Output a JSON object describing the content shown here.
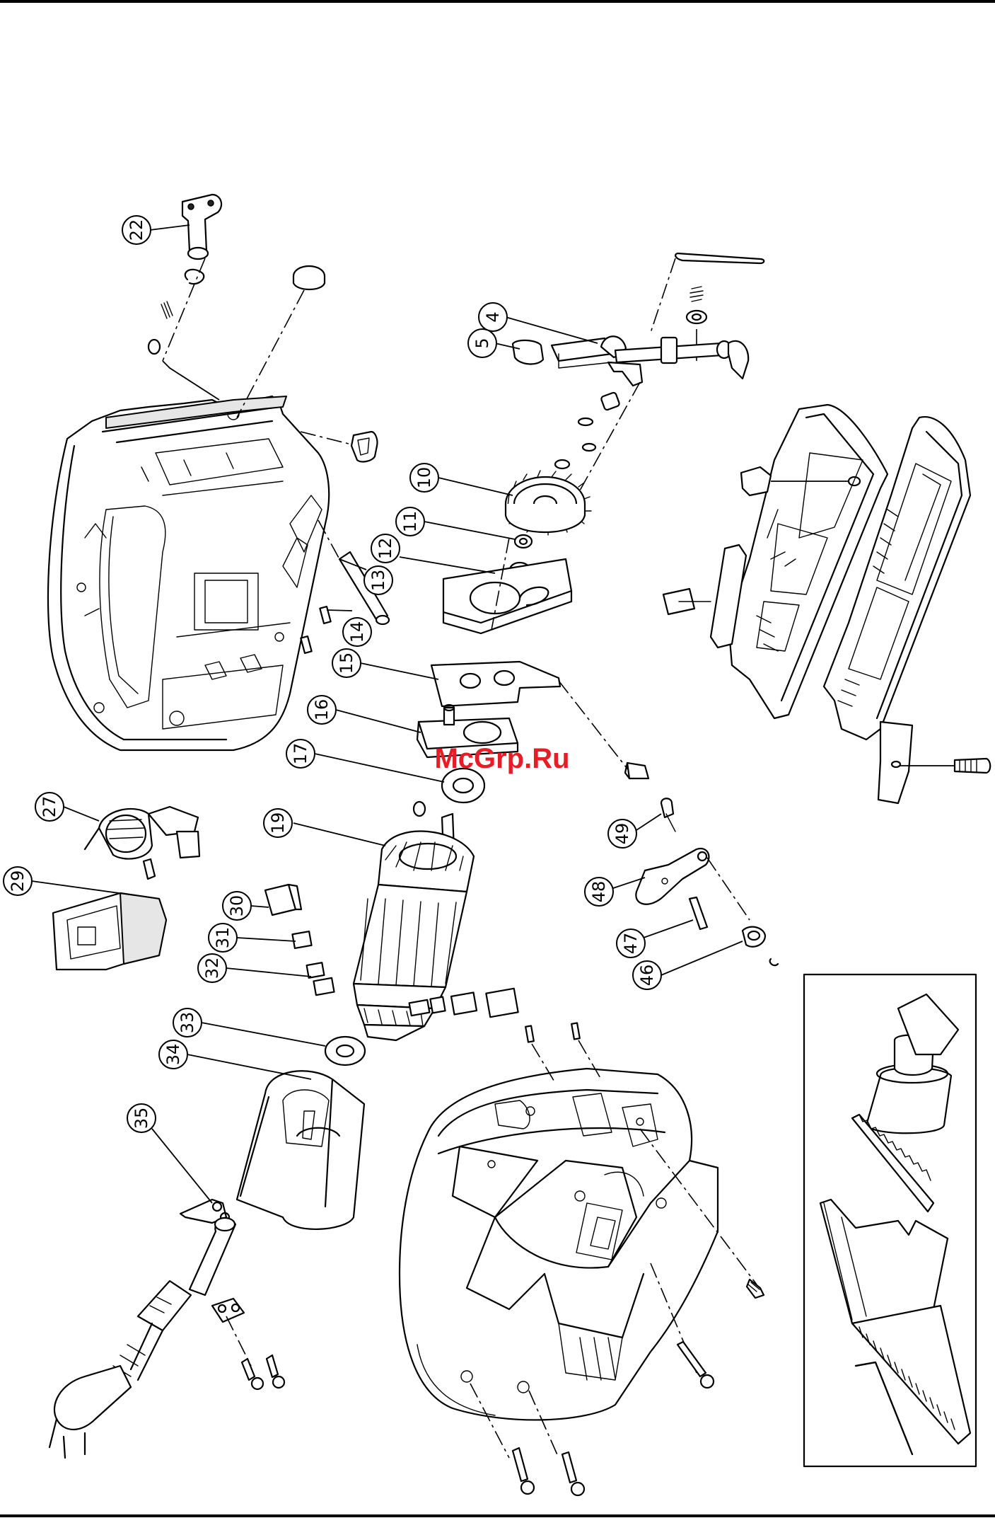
{
  "watermark": "McGrp.Ru",
  "callouts": [
    {
      "id": "22",
      "label": "22"
    },
    {
      "id": "4",
      "label": "4"
    },
    {
      "id": "5",
      "label": "5"
    },
    {
      "id": "10",
      "label": "10"
    },
    {
      "id": "11",
      "label": "11"
    },
    {
      "id": "12",
      "label": "12"
    },
    {
      "id": "13",
      "label": "13"
    },
    {
      "id": "14",
      "label": "14"
    },
    {
      "id": "15",
      "label": "15"
    },
    {
      "id": "16",
      "label": "16"
    },
    {
      "id": "17",
      "label": "17"
    },
    {
      "id": "19",
      "label": "19"
    },
    {
      "id": "27",
      "label": "27"
    },
    {
      "id": "29",
      "label": "29"
    },
    {
      "id": "30",
      "label": "30"
    },
    {
      "id": "31",
      "label": "31"
    },
    {
      "id": "32",
      "label": "32"
    },
    {
      "id": "33",
      "label": "33"
    },
    {
      "id": "34",
      "label": "34"
    },
    {
      "id": "35",
      "label": "35"
    },
    {
      "id": "49",
      "label": "49"
    },
    {
      "id": "48",
      "label": "48"
    },
    {
      "id": "47",
      "label": "47"
    },
    {
      "id": "46",
      "label": "46"
    }
  ]
}
